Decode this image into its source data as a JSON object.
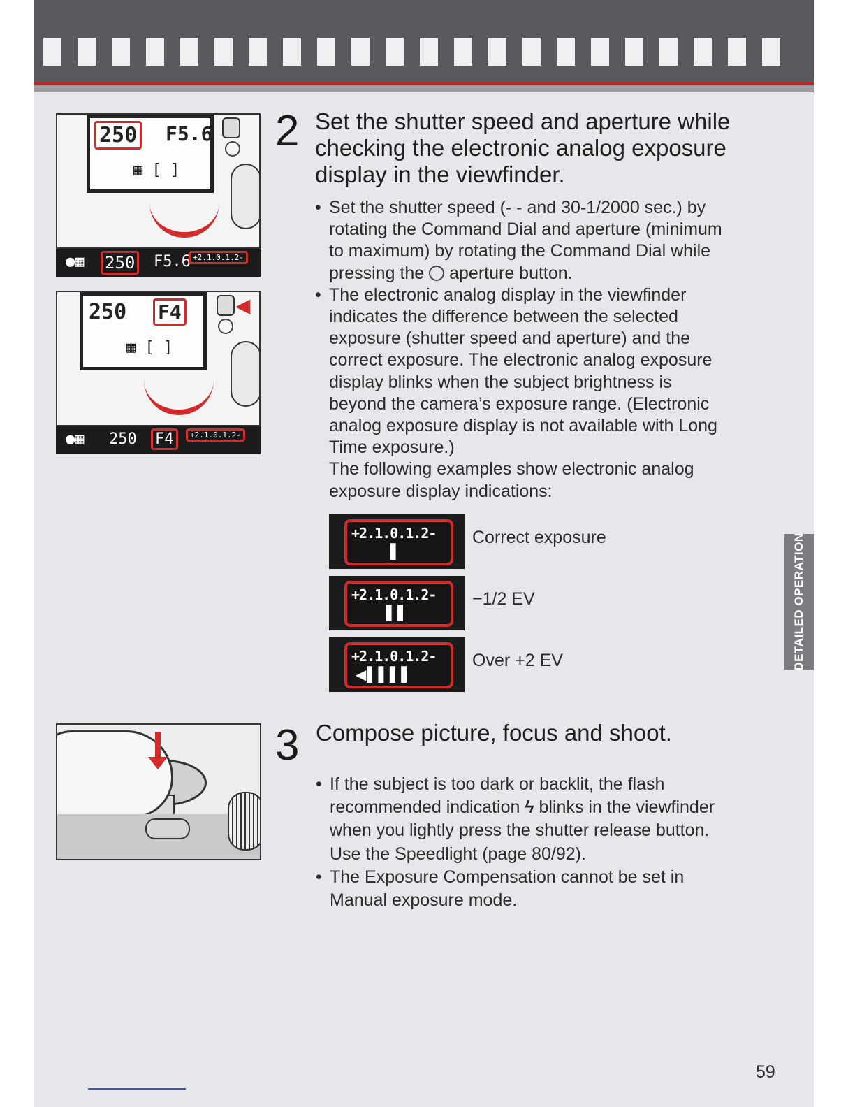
{
  "step2": {
    "number": "2",
    "heading": [
      "Set the shutter speed and aperture while",
      "checking the electronic analog exposure",
      "display in the viewfinder."
    ],
    "bullet1": [
      "Set the shutter speed (- - and 30-1/2000 sec.) by",
      "rotating the Command Dial and aperture (minimum",
      "to maximum) by rotating the Command Dial while"
    ],
    "bullet1_last_before": "pressing the",
    "bullet1_last_after": "aperture button.",
    "bullet2": [
      "The electronic analog display in the viewfinder",
      "indicates the difference between the selected",
      "exposure (shutter speed and aperture) and the",
      "correct exposure. The electronic analog exposure",
      "display blinks when the subject brightness is",
      "beyond the camera’s exposure range. (Electronic",
      "analog exposure display is not available with Long",
      "Time exposure.)"
    ],
    "examples_intro": [
      "The following examples show electronic analog",
      "exposure display indications:"
    ]
  },
  "exposure_examples": [
    {
      "scale": "+2.1.0.1.2-",
      "bars": "▌",
      "label": "Correct exposure"
    },
    {
      "scale": "+2.1.0.1.2-",
      "bars": "▌▌",
      "label": "−1/2 EV"
    },
    {
      "scale": "+2.1.0.1.2-",
      "bars": "◀▌▌▌▌",
      "label": "Over +2 EV"
    }
  ],
  "camera_top": {
    "shutter": "250",
    "aperture": "F5.6",
    "strip_shutter": "250",
    "strip_aperture": "F5.6",
    "strip_scale": "+2.1.0.1.2-"
  },
  "camera_bottom": {
    "shutter": "250",
    "aperture": "F4",
    "strip_shutter": "250",
    "strip_aperture": "F4",
    "strip_scale": "+2.1.0.1.2-"
  },
  "step3": {
    "number": "3",
    "heading": "Compose picture, focus and shoot.",
    "bullet1_first": "If the subject is too dark or backlit, the flash",
    "bullet1_second_before": "recommended indication",
    "bullet1_second_after": "blinks in the viewfinder",
    "bullet1_rest": [
      "when you lightly press the shutter release button.",
      "Use the Speedlight (page 80/92)."
    ],
    "bullet2": [
      "The Exposure Compensation cannot be set in",
      "Manual exposure mode."
    ]
  },
  "side_tab": "DETAILED OPERATION",
  "page_number": "59",
  "colors": {
    "accent_red": "#d32a2a",
    "band_grey": "#58595d",
    "page_bg": "#e6e7ea",
    "tab_grey": "#7b7c80"
  },
  "icons": [
    "aperture-icon",
    "flash-icon",
    "arrow-down-icon"
  ]
}
